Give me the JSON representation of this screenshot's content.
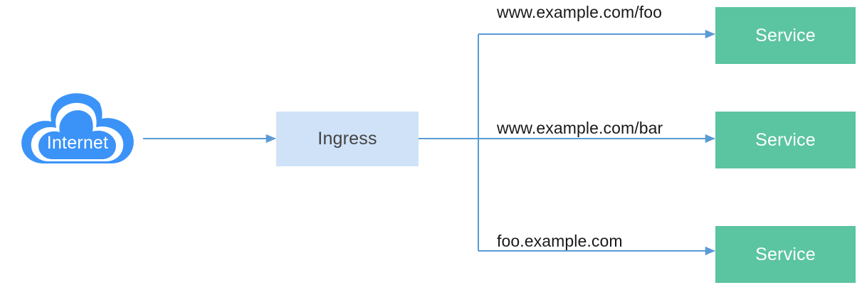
{
  "diagram": {
    "title": "kubernetes-ingress-fanout",
    "colors": {
      "cloud_blue": "#3b93f7",
      "ingress_fill": "#cfe2f8",
      "service_fill": "#5bc4a1",
      "wire_blue": "#5b9bd5",
      "label_text": "#1a1a1a",
      "ingress_text": "#434343",
      "service_text": "#ffffff",
      "background": "#ffffff"
    },
    "source": {
      "label": "Internet",
      "shape": "cloud-icon"
    },
    "router": {
      "label": "Ingress",
      "shape": "rectangle"
    },
    "routes": [
      {
        "rule": "www.example.com/foo",
        "target": "Service"
      },
      {
        "rule": "www.example.com/bar",
        "target": "Service"
      },
      {
        "rule": "foo.example.com",
        "target": "Service"
      }
    ]
  }
}
